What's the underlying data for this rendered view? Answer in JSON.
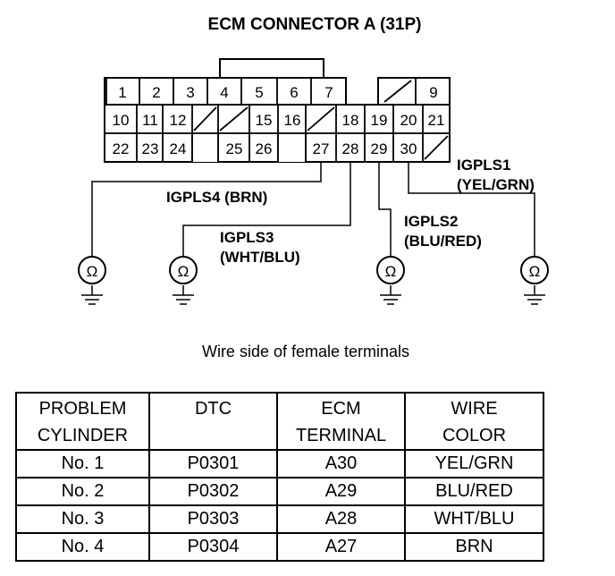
{
  "diagram": {
    "title": "ECM CONNECTOR A (31P)",
    "caption": "Wire side of female terminals",
    "pins": {
      "row1": [
        "1",
        "2",
        "3",
        "4",
        "5",
        "6",
        "7",
        "9"
      ],
      "row2": [
        "10",
        "11",
        "12",
        "15",
        "16",
        "18",
        "19",
        "20",
        "21"
      ],
      "row3": [
        "22",
        "23",
        "24",
        "25",
        "26",
        "27",
        "28",
        "29",
        "30"
      ]
    },
    "wires": [
      {
        "name": "IGPLS1",
        "color": "(YEL/GRN)"
      },
      {
        "name": "IGPLS2",
        "color": "(BLU/RED)"
      },
      {
        "name": "IGPLS3",
        "color": "(WHT/BLU)"
      },
      {
        "name": "IGPLS4 (BRN)"
      }
    ],
    "meter_symbol": "Ω"
  },
  "table": {
    "headers": [
      [
        "PROBLEM",
        "CYLINDER"
      ],
      [
        "DTC"
      ],
      [
        "ECM",
        "TERMINAL"
      ],
      [
        "WIRE",
        "COLOR"
      ]
    ],
    "rows": [
      [
        "No. 1",
        "P0301",
        "A30",
        "YEL/GRN"
      ],
      [
        "No. 2",
        "P0302",
        "A29",
        "BLU/RED"
      ],
      [
        "No. 3",
        "P0303",
        "A28",
        "WHT/BLU"
      ],
      [
        "No. 4",
        "P0304",
        "A27",
        "BRN"
      ]
    ]
  }
}
